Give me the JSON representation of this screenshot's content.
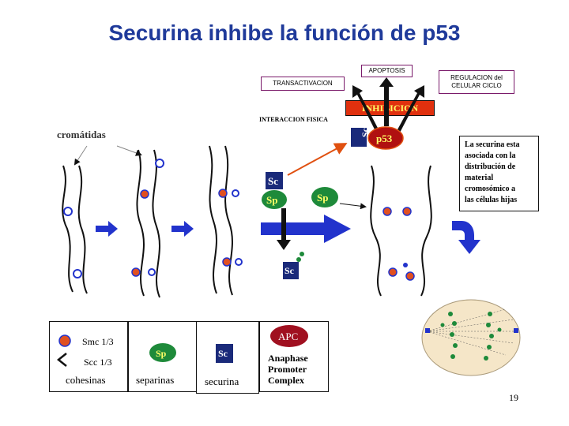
{
  "title": "Securina inhibe la función de p53",
  "boxes": {
    "apoptosis": "APOPTOSIS",
    "transactivation": "TRANSACTIVACION",
    "regulation_line1": "REGULACION del",
    "regulation_line2": "CELULAR CICLO",
    "inhibition": "INHIBICION"
  },
  "labels": {
    "physical_interaction": "INTERACCION FISICA",
    "chromatids": "cromátidas"
  },
  "symbols": {
    "sc": "Sc",
    "sp": "Sp",
    "p53": "p53",
    "apc": "APC"
  },
  "note_lines": [
    "La securina esta",
    "asociada con la",
    "distribución de",
    "material",
    "cromosómico a",
    "las células hijas"
  ],
  "legend": {
    "smc": "Smc 1/3",
    "scc": "Scc 1/3",
    "cohesins": "cohesinas",
    "separins": "separinas",
    "securin": "securina",
    "apc_line1": "Anaphase",
    "apc_line2": "Promoter",
    "apc_line3": "Complex"
  },
  "page_number": "19",
  "colors": {
    "title": "#1f3a9a",
    "inhibition_fill": "#e0300e",
    "inhibition_text": "#ffff66",
    "sc_fill": "#1a2a7a",
    "sp_fill": "#1e8a3a",
    "p53_fill": "#b01010",
    "apc_fill": "#a01020",
    "arrow_blue": "#2233cc",
    "arrow_orange": "#e05010",
    "cohesin_orange": "#e05020"
  }
}
